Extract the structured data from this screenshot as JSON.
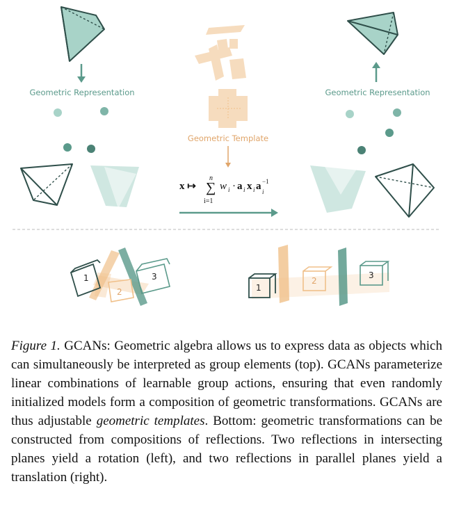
{
  "figure": {
    "top_left_label": "Geometric Representation",
    "top_right_label": "Geometric Representation",
    "template_label": "Geometric Template",
    "formula": {
      "lhs": "x ↦",
      "sum_top": "n",
      "sum_bottom": "i=1",
      "body": "w",
      "sub_i": "i",
      "dot": "·",
      "a": "a",
      "x": "x",
      "exp": "−1"
    },
    "boxes": [
      "1",
      "2",
      "3"
    ],
    "colors": {
      "teal": "#5b9a8b",
      "teal_fill": "#a8d3c8",
      "orange": "#f0c08a",
      "dark": "#2f4f4a"
    }
  },
  "caption": {
    "label": "Figure 1.",
    "text_1": " GCANs: Geometric algebra allows us to express data as objects which can simultaneously be interpreted as group elements (top). GCANs parameterize linear combinations of learnable group actions, ensuring that even randomly initialized models form a composition of geometric transformations. GCANs are thus adjustable ",
    "emphasis": "geometric templates",
    "text_2": ". Bottom: geometric transformations can be constructed from compositions of reflections. Two reflections in intersecting planes yield a rotation (left), and two reflections in parallel planes yield a translation (right)."
  }
}
